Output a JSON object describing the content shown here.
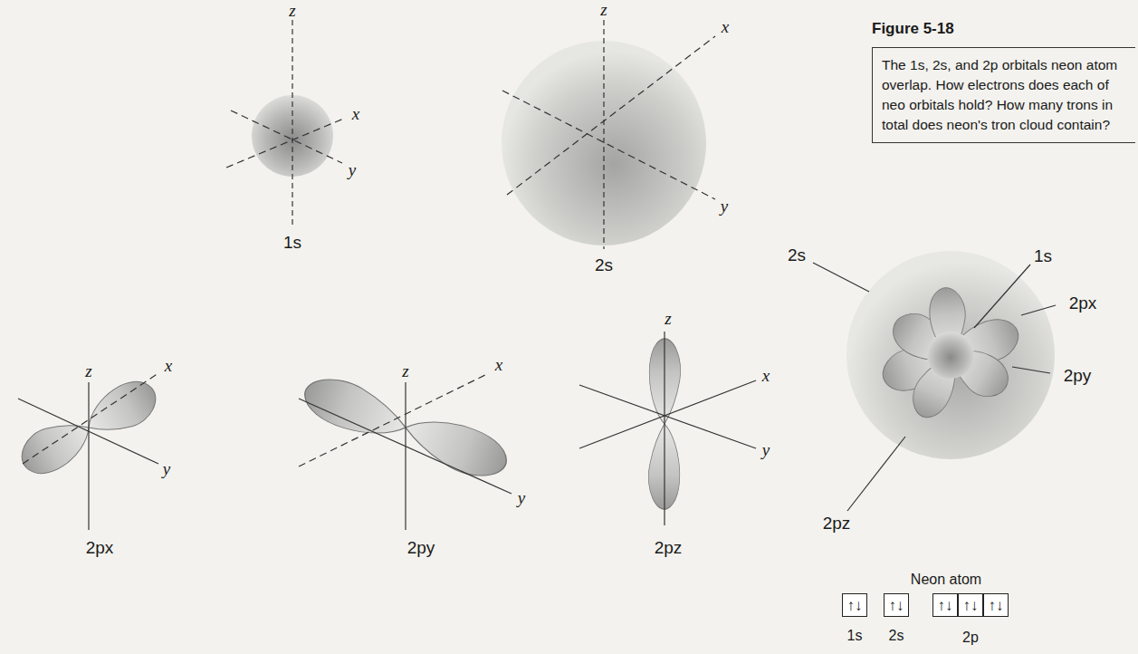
{
  "diagram": {
    "title": "Figure 5-18",
    "caption": "The 1s, 2s, and 2p orbitals neon atom overlap. How electrons does each of neo orbitals hold? How many trons in total does neon's tron cloud contain?",
    "nodes": [
      {
        "text": [
          "↑↓"
        ]
      },
      {
        "text": [
          "↑↓"
        ]
      },
      {
        "text": [
          "↑↓"
        ]
      },
      {
        "text": [
          "↑↓"
        ]
      },
      {
        "text": [
          "↑↓"
        ]
      }
    ],
    "labels": [
      "z",
      "x",
      "y",
      "1s",
      "z",
      "x",
      "y",
      "2s",
      "z",
      "x",
      "y",
      "2px",
      "z",
      "x",
      "y",
      "2py",
      "z",
      "x",
      "y",
      "2pz",
      "2s",
      "1s",
      "2px",
      "2py",
      "2pz",
      "Neon atom",
      "1s",
      "2s",
      "2p"
    ]
  }
}
